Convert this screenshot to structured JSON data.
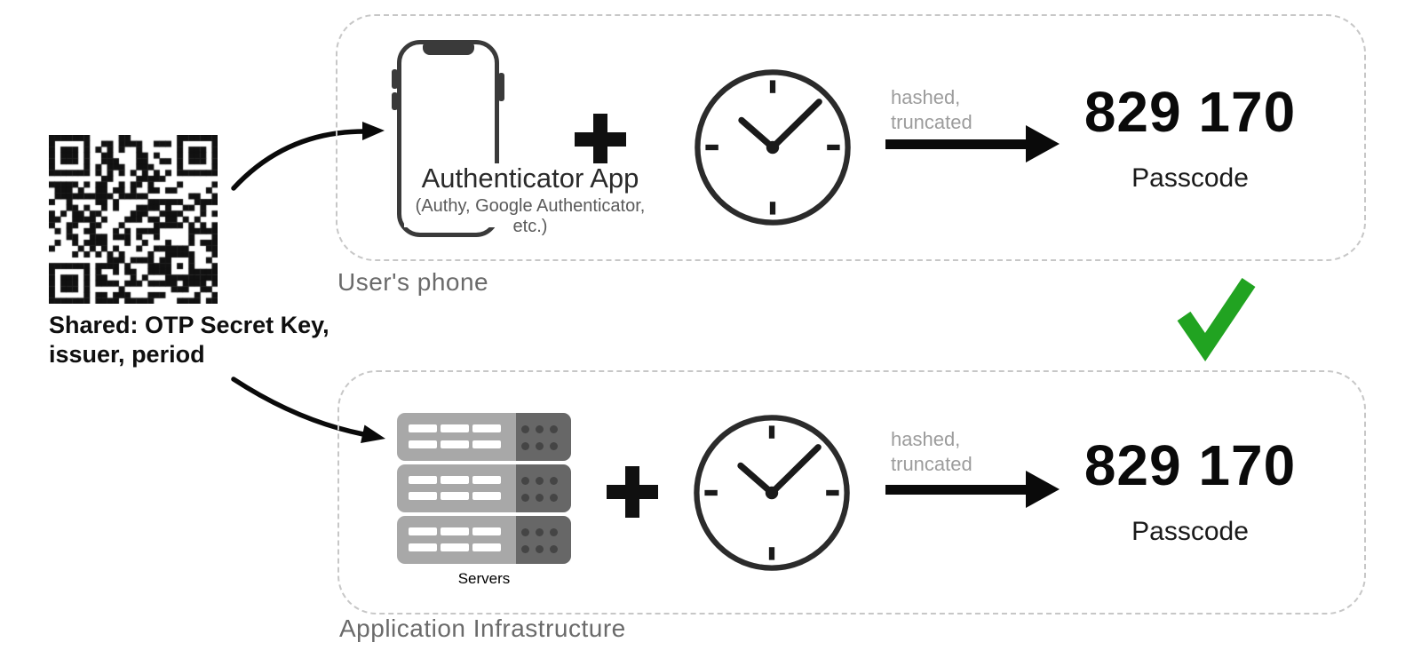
{
  "shared_secret": {
    "qr_icon": "qr-code",
    "label_line1": "Shared: OTP Secret Key,",
    "label_line2": "issuer, period"
  },
  "user_phone_section": {
    "caption": "User's phone",
    "app_title": "Authenticator App",
    "app_subtitle": "(Authy, Google Authenticator, etc.)",
    "operator": "+",
    "clock_icon": "analog-clock",
    "transform_line1": "hashed,",
    "transform_line2": "truncated",
    "passcode_value": "829 170",
    "passcode_caption": "Passcode"
  },
  "server_section": {
    "caption": "Application Infrastructure",
    "device_caption": "Servers",
    "operator": "+",
    "clock_icon": "analog-clock",
    "transform_line1": "hashed,",
    "transform_line2": "truncated",
    "passcode_value": "829 170",
    "passcode_caption": "Passcode"
  },
  "match_indicator": {
    "meaning": "passcodes match",
    "icon": "green-checkmark",
    "color": "#21a321"
  },
  "colors": {
    "dashed_border": "#c7c7c7",
    "caption_gray": "#6a6a6a",
    "transform_gray": "#9c9c9c",
    "ink": "#0a0a0a",
    "server_light": "#a8a8a8",
    "server_dark": "#676767"
  }
}
